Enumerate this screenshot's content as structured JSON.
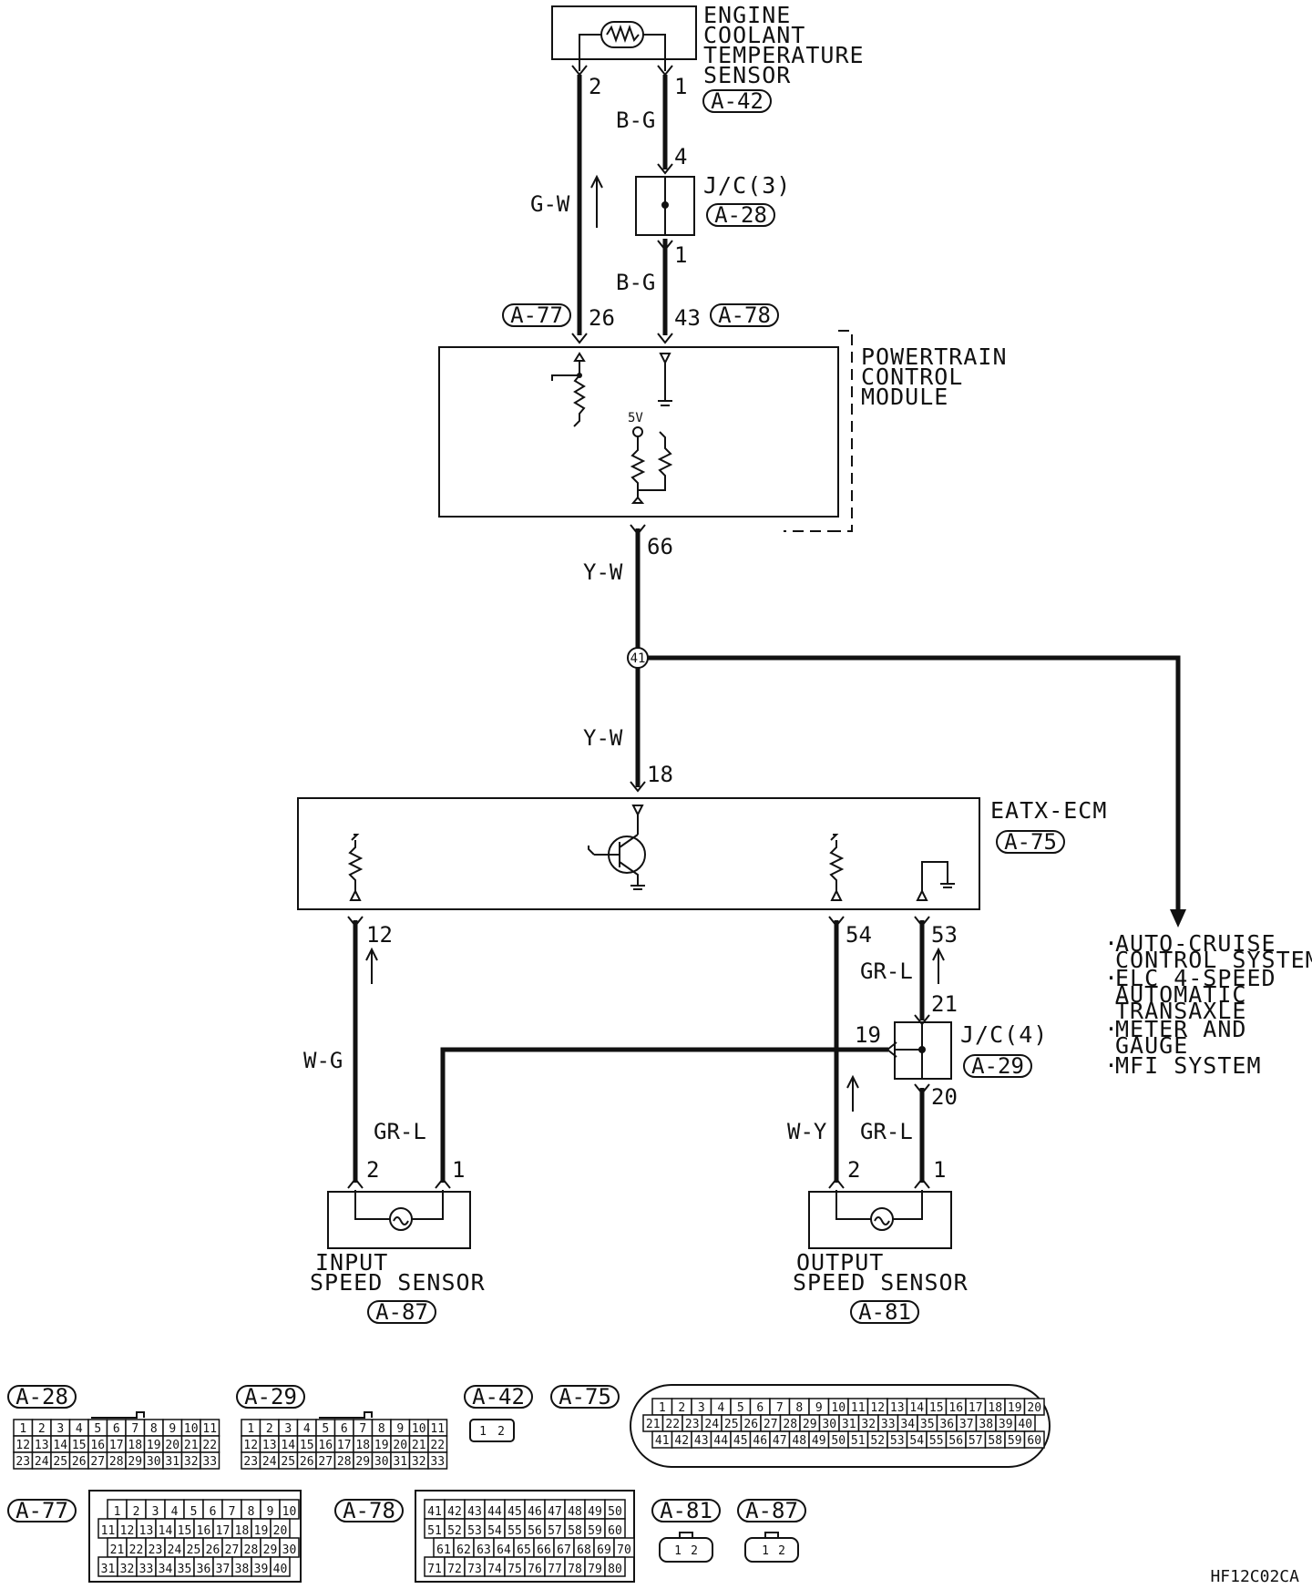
{
  "components": {
    "ect_sensor": {
      "lines": [
        "ENGINE",
        "COOLANT",
        "TEMPERATURE",
        "SENSOR"
      ],
      "connector": "A-42"
    },
    "jc3": {
      "name": "J/C(3)",
      "connector": "A-28"
    },
    "pcm": {
      "lines": [
        "POWERTRAIN",
        "CONTROL",
        "MODULE"
      ],
      "supply": "5V"
    },
    "eatx": {
      "name": "EATX-ECM",
      "connector": "A-75"
    },
    "jc4": {
      "name": "J/C(4)",
      "connector": "A-29"
    },
    "input_sensor": {
      "lines": [
        "INPUT",
        "SPEED SENSOR"
      ],
      "connector": "A-87"
    },
    "output_sensor": {
      "lines": [
        "OUTPUT",
        "SPEED SENSOR"
      ],
      "connector": "A-81"
    }
  },
  "connectors": {
    "pcm_left": "A-77",
    "pcm_right": "A-78"
  },
  "splice": "41",
  "wires": {
    "ect_left": "G-W",
    "ect_right_top": "B-G",
    "ect_right_bottom": "B-G",
    "pcm_out": "Y-W",
    "eatx_in": "Y-W",
    "input_left": "W-G",
    "input_right": "GR-L",
    "jc4_top": "GR-L",
    "output_left": "W-Y",
    "output_right": "GR-L"
  },
  "pins": {
    "ect_2": "2",
    "ect_1": "1",
    "jc3_4": "4",
    "jc3_1": "1",
    "pcm_26": "26",
    "pcm_43": "43",
    "pcm_66": "66",
    "eatx_18": "18",
    "eatx_12": "12",
    "eatx_54": "54",
    "eatx_53": "53",
    "jc4_21": "21",
    "jc4_19": "19",
    "jc4_20": "20",
    "in_2": "2",
    "in_1": "1",
    "out_2": "2",
    "out_1": "1"
  },
  "systems": [
    "AUTO-CRUISE",
    "CONTROL SYSTEM",
    "ELC 4-SPEED",
    "AUTOMATIC",
    "TRANSAXLE",
    "METER AND",
    "GAUGE",
    "MFI SYSTEM"
  ],
  "connector_views": {
    "a28": {
      "label": "A-28",
      "rows": [
        [
          "1",
          "2",
          "3",
          "4",
          "5",
          "6",
          "7",
          "8",
          "9",
          "10",
          "11"
        ],
        [
          "12",
          "13",
          "14",
          "15",
          "16",
          "17",
          "18",
          "19",
          "20",
          "21",
          "22"
        ],
        [
          "23",
          "24",
          "25",
          "26",
          "27",
          "28",
          "29",
          "30",
          "31",
          "32",
          "33"
        ]
      ]
    },
    "a29": {
      "label": "A-29",
      "rows": [
        [
          "1",
          "2",
          "3",
          "4",
          "5",
          "6",
          "7",
          "8",
          "9",
          "10",
          "11"
        ],
        [
          "12",
          "13",
          "14",
          "15",
          "16",
          "17",
          "18",
          "19",
          "20",
          "21",
          "22"
        ],
        [
          "23",
          "24",
          "25",
          "26",
          "27",
          "28",
          "29",
          "30",
          "31",
          "32",
          "33"
        ]
      ]
    },
    "a42": {
      "label": "A-42",
      "pins": [
        "1",
        "2"
      ]
    },
    "a75": {
      "label": "A-75",
      "rows": [
        [
          "1",
          "2",
          "3",
          "4",
          "5",
          "6",
          "7",
          "8",
          "9",
          "10",
          "11",
          "12",
          "13",
          "14",
          "15",
          "16",
          "17",
          "18",
          "19",
          "20"
        ],
        [
          "21",
          "22",
          "23",
          "24",
          "25",
          "26",
          "27",
          "28",
          "29",
          "30",
          "31",
          "32",
          "33",
          "34",
          "35",
          "36",
          "37",
          "38",
          "39",
          "40"
        ],
        [
          "41",
          "42",
          "43",
          "44",
          "45",
          "46",
          "47",
          "48",
          "49",
          "50",
          "51",
          "52",
          "53",
          "54",
          "55",
          "56",
          "57",
          "58",
          "59",
          "60"
        ]
      ]
    },
    "a77": {
      "label": "A-77",
      "rows": [
        [
          "1",
          "2",
          "3",
          "4",
          "5",
          "6",
          "7",
          "8",
          "9",
          "10"
        ],
        [
          "11",
          "12",
          "13",
          "14",
          "15",
          "16",
          "17",
          "18",
          "19",
          "20"
        ],
        [
          "21",
          "22",
          "23",
          "24",
          "25",
          "26",
          "27",
          "28",
          "29",
          "30"
        ],
        [
          "31",
          "32",
          "33",
          "34",
          "35",
          "36",
          "37",
          "38",
          "39",
          "40"
        ]
      ]
    },
    "a78": {
      "label": "A-78",
      "rows": [
        [
          "41",
          "42",
          "43",
          "44",
          "45",
          "46",
          "47",
          "48",
          "49",
          "50"
        ],
        [
          "51",
          "52",
          "53",
          "54",
          "55",
          "56",
          "57",
          "58",
          "59",
          "60"
        ],
        [
          "61",
          "62",
          "63",
          "64",
          "65",
          "66",
          "67",
          "68",
          "69",
          "70"
        ],
        [
          "71",
          "72",
          "73",
          "74",
          "75",
          "76",
          "77",
          "78",
          "79",
          "80"
        ]
      ]
    },
    "a81": {
      "label": "A-81",
      "pins": [
        "1",
        "2"
      ]
    },
    "a87": {
      "label": "A-87",
      "pins": [
        "1",
        "2"
      ]
    }
  },
  "figure_code": "HF12C02CA"
}
